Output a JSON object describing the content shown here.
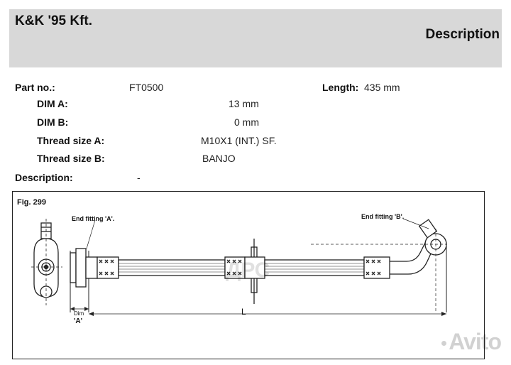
{
  "header": {
    "brand": "K&K '95 Kft.",
    "section_title": "Description"
  },
  "spec": {
    "part_no_label": "Part no.:",
    "part_no_value": "FT0500",
    "length_label": "Length:",
    "length_value": "435 mm",
    "dim_a_label": "DIM A:",
    "dim_a_value": "13 mm",
    "dim_b_label": "DIM B:",
    "dim_b_value": "0 mm",
    "thread_a_label": "Thread size A:",
    "thread_a_value": "M10X1 (INT.) SF.",
    "thread_b_label": "Thread size B:",
    "thread_b_value": "BANJO",
    "description_label": "Description:",
    "description_value": "-"
  },
  "figure": {
    "fig_label": "Fig. 299",
    "end_fitting_a": "End fitting 'A'.",
    "end_fitting_b": "End fitting 'B'.",
    "dim_top": "Dim",
    "dim_bottom": "'A'",
    "length_symbol": "L",
    "watermark_center": "ДРС"
  },
  "watermark": {
    "text": "Avito"
  }
}
